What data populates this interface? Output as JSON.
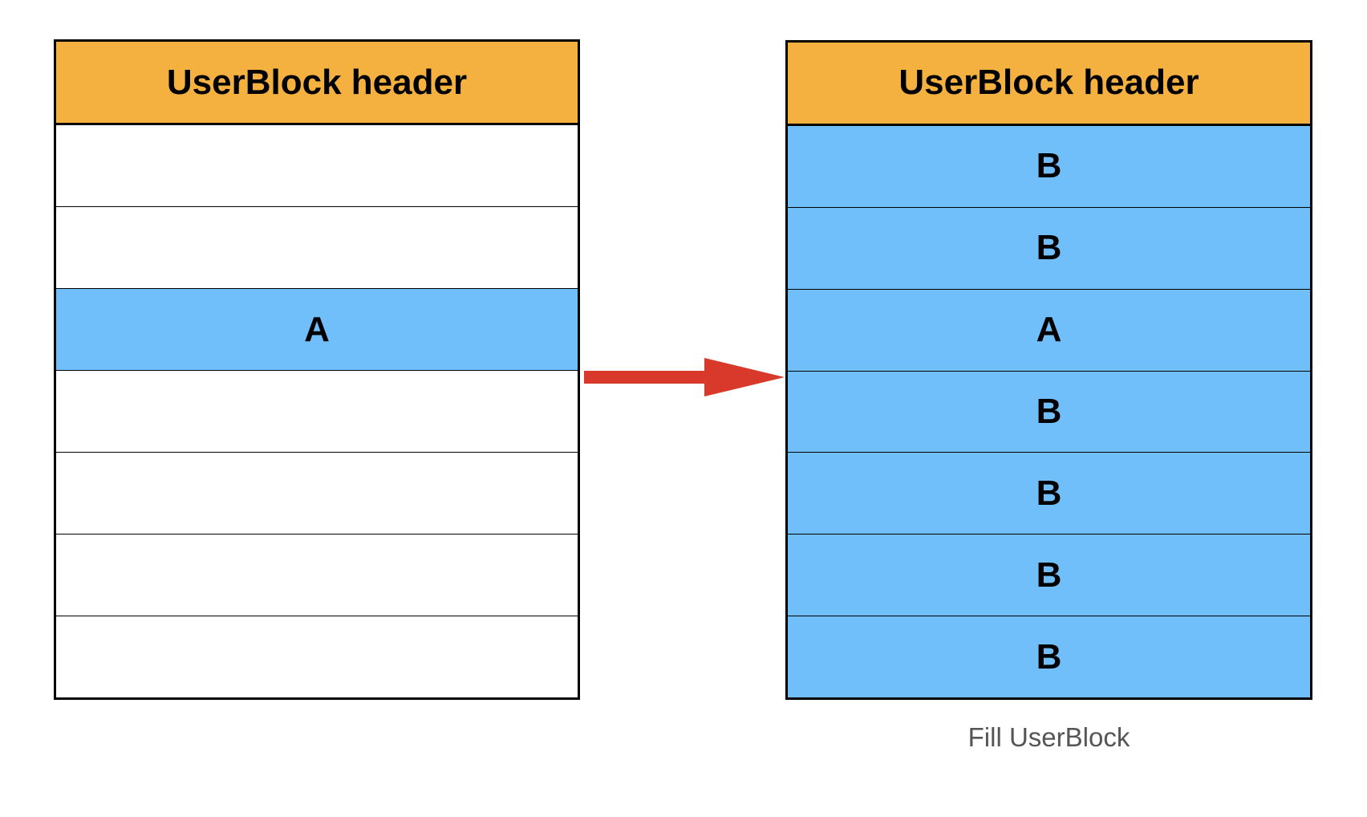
{
  "colors": {
    "header_fill": "#f4b13f",
    "filled_cell": "#70befa",
    "empty_cell": "#ffffff",
    "arrow": "#d9392a",
    "caption_text": "#555555"
  },
  "left_block": {
    "header": "UserBlock header",
    "cells": [
      {
        "label": "",
        "filled": false
      },
      {
        "label": "",
        "filled": false
      },
      {
        "label": "A",
        "filled": true
      },
      {
        "label": "",
        "filled": false
      },
      {
        "label": "",
        "filled": false
      },
      {
        "label": "",
        "filled": false
      },
      {
        "label": "",
        "filled": false
      }
    ]
  },
  "right_block": {
    "header": "UserBlock header",
    "cells": [
      {
        "label": "B",
        "filled": true
      },
      {
        "label": "B",
        "filled": true
      },
      {
        "label": "A",
        "filled": true
      },
      {
        "label": "B",
        "filled": true
      },
      {
        "label": "B",
        "filled": true
      },
      {
        "label": "B",
        "filled": true
      },
      {
        "label": "B",
        "filled": true
      }
    ],
    "caption": "Fill UserBlock"
  }
}
